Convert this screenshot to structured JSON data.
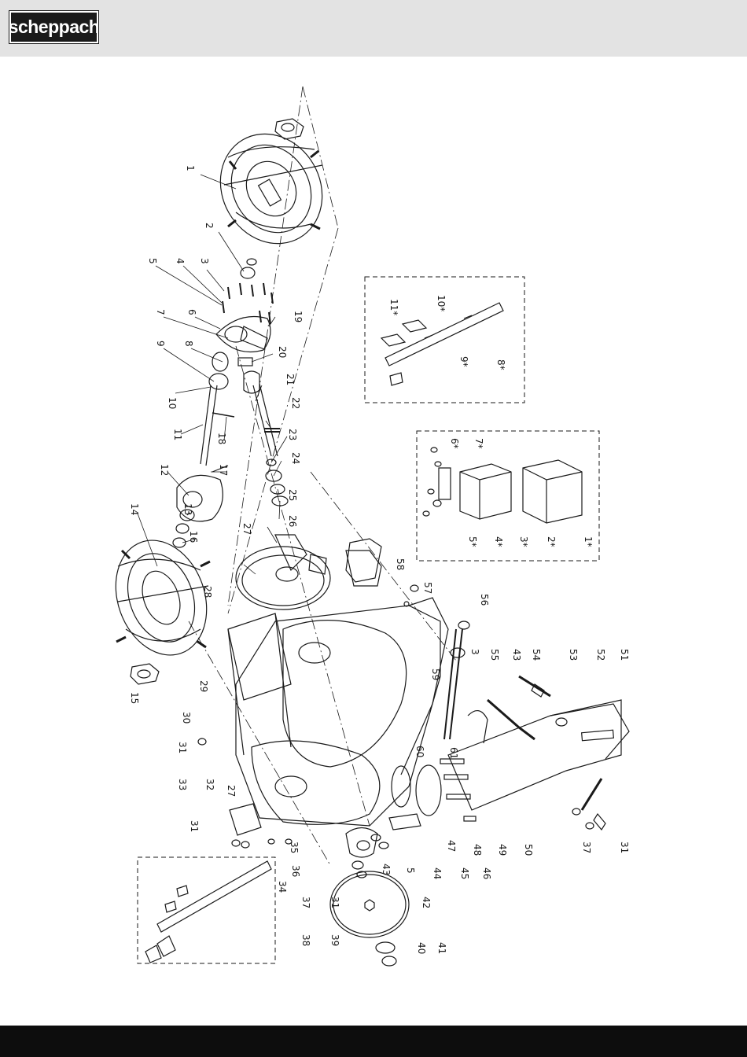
{
  "header": {
    "brand": "scheppach",
    "background_color": "#e3e3e3",
    "logo_background": "#1a1a1a"
  },
  "footer": {
    "background_color": "#0d0d0d"
  },
  "part_labels": {
    "p1": "1",
    "p2": "2",
    "p3": "3",
    "p4": "4",
    "p5": "5",
    "p6": "6",
    "p7": "7",
    "p8": "8",
    "p9": "9",
    "p10": "10",
    "p11": "11",
    "p12": "12",
    "p13": "13",
    "p14": "14",
    "p15": "15",
    "p16": "16",
    "p17": "17",
    "p18": "18",
    "p19": "19",
    "p20": "20",
    "p21": "21",
    "p22": "22",
    "p23": "23",
    "p24": "24",
    "p25": "25",
    "p26": "26",
    "p27a": "27",
    "p27b": "27",
    "p28": "28",
    "p29": "29",
    "p30": "30",
    "p31a": "31",
    "p31b": "31",
    "p31c": "31",
    "p31d": "31",
    "p32": "32",
    "p33": "33",
    "p34": "34",
    "p35": "35",
    "p36": "36",
    "p37a": "37",
    "p37b": "37",
    "p38": "38",
    "p39": "39",
    "p40": "40",
    "p41": "41",
    "p42": "42",
    "p43a": "43",
    "p43b": "43",
    "p44": "44",
    "p45": "45",
    "p46": "46",
    "p47": "47",
    "p48": "48",
    "p49": "49",
    "p50": "50",
    "p51": "51",
    "p52": "52",
    "p53": "53",
    "p54": "54",
    "p55": "55",
    "p56": "56",
    "p57": "57",
    "p58": "58",
    "p59": "59",
    "p60": "60",
    "p61": "61",
    "p3b": "3",
    "p5b": "5"
  },
  "inset_accessory_labels": {
    "a1": "1*",
    "a2": "2*",
    "a3": "3*",
    "a4": "4*",
    "a5": "5*",
    "a6": "6*",
    "a7": "7*"
  },
  "inset_skid_labels": {
    "s8": "8*",
    "s9": "9*",
    "s10": "10*",
    "s11": "11*"
  }
}
